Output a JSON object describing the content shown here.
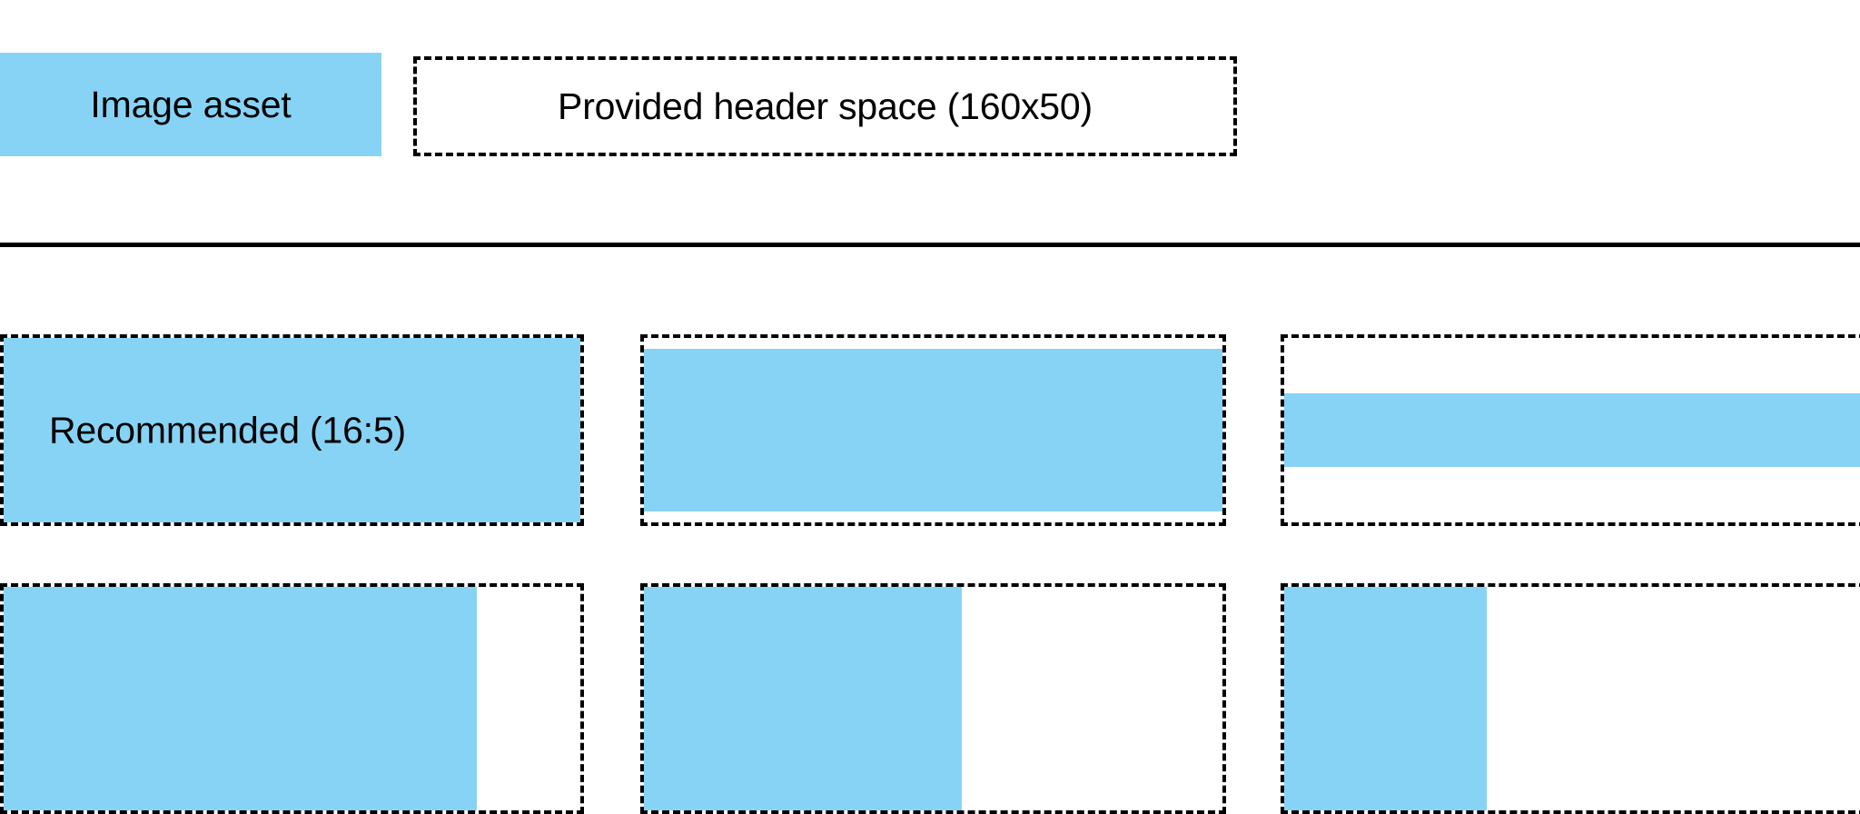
{
  "page": {
    "background_color": "#ffffff",
    "accent_color": "#87d3f5",
    "outline_color": "#000000"
  },
  "legend": {
    "swatch": {
      "label": "Image asset",
      "color": "#87d3f5"
    },
    "header_space": {
      "label": "Provided header space (160x50)",
      "width": 160,
      "height": 50
    }
  },
  "divider": {
    "color": "#000000"
  },
  "ratio_grid": {
    "rows": [
      {
        "cells": [
          {
            "label": "Recommended (16:5)",
            "ratio": "16:5",
            "fill": {
              "left_pct": 0,
              "top_pct": 0,
              "width_pct": 100,
              "height_pct": 100
            }
          },
          {
            "label": "",
            "ratio": "16:5",
            "fill": {
              "left_pct": 0,
              "top_pct": 6,
              "width_pct": 100,
              "height_pct": 88
            }
          },
          {
            "label": "",
            "ratio": "16:5",
            "fill": {
              "left_pct": 0,
              "top_pct": 30,
              "width_pct": 100,
              "height_pct": 40
            }
          }
        ]
      },
      {
        "cells": [
          {
            "label": "",
            "ratio": "16:5",
            "fill": {
              "left_pct": 0,
              "top_pct": 0,
              "width_pct": 82,
              "height_pct": 100
            }
          },
          {
            "label": "",
            "ratio": "16:5",
            "fill": {
              "left_pct": 0,
              "top_pct": 0,
              "width_pct": 55,
              "height_pct": 100
            }
          },
          {
            "label": "",
            "ratio": "16:5",
            "fill": {
              "left_pct": 0,
              "top_pct": 0,
              "width_pct": 35,
              "height_pct": 100
            }
          }
        ]
      }
    ]
  }
}
